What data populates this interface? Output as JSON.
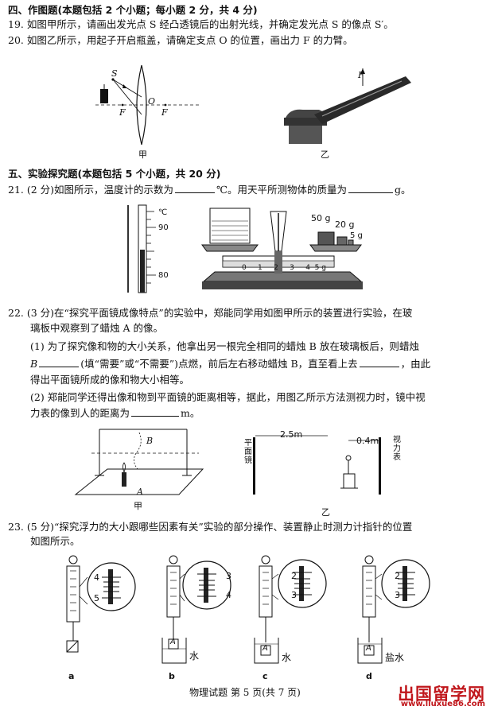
{
  "sec4": {
    "title": "四、作图题(本题包括 2 个小题；每小题 2 分，共 4 分)",
    "q19": "19. 如图甲所示，请画出发光点 S 经凸透镜后的出射光线，并确定发光点 S 的像点 S′。",
    "q20": "20. 如图乙所示，用起子开启瓶盖，请确定支点 O 的位置，画出力 F 的力臂。",
    "fig_jia": "甲",
    "fig_yi": "乙",
    "lbl_S": "S",
    "lbl_F1": "F",
    "lbl_O": "O",
    "lbl_F2": "F",
    "lbl_Fforce": "F"
  },
  "sec5": {
    "title": "五、实验探究题(本题包括 5 个小题，共 20 分)",
    "q21_a": "21. (2 分)如图所示，温度计的示数为",
    "q21_b": "℃。用天平所测物体的质量为",
    "q21_c": "g。",
    "thermo_unit": "℃",
    "thermo_90": "90",
    "thermo_80": "80",
    "w50": "50 g",
    "w20": "20 g",
    "w5": "5 g",
    "scale_nums": [
      "0",
      "1",
      "2",
      "3",
      "4",
      "5 g"
    ],
    "q22_l1": "22. (3 分)在“探究平面镜成像特点”的实验中，郑能同学用如图甲所示的装置进行实验，在玻",
    "q22_l2": "璃板中观察到了蜡烛 A 的像。",
    "q22_l3": "(1) 为了探究像和物的大小关系，他拿出另一根完全相同的蜡烛 B 放在玻璃板后，则蜡烛",
    "q22_l4a": "B",
    "q22_l4b": "(填“需要”或“不需要”)点燃，前后左右移动蜡烛 B，直至看上去",
    "q22_l4c": "，由此",
    "q22_l5": "得出平面镜所成的像和物大小相等。",
    "q22_l6": "(2) 郑能同学还得出像和物到平面镜的距离相等，据此，用图乙所示方法测视力时，镜中视",
    "q22_l7a": "力表的像到人的距离为",
    "q22_l7b": "m。",
    "lbl_A": "A",
    "lbl_B": "B",
    "mirror_label": "平面镜",
    "chart_label": "视力表",
    "d25": "2.5m",
    "d04": "0.4m",
    "fig22_jia": "甲",
    "fig22_yi": "乙",
    "q23_l1": "23. (5 分)“探究浮力的大小跟哪些因素有关”实验的部分操作、装置静止时测力计指针的位置",
    "q23_l2": "如图所示。",
    "fig23": [
      {
        "label": "a",
        "liquid": "",
        "top": "4",
        "bot": "5"
      },
      {
        "label": "b",
        "liquid": "水",
        "top": "3",
        "bot": "4"
      },
      {
        "label": "c",
        "liquid": "水",
        "top": "2",
        "bot": "3"
      },
      {
        "label": "d",
        "liquid": "盐水",
        "top": "2",
        "bot": "3"
      }
    ],
    "lbl_A2": "A"
  },
  "footer": "物理试题    第 5 页(共 7 页)",
  "watermark": "出国留学网",
  "watermark_url": "www.liuxue86.com"
}
